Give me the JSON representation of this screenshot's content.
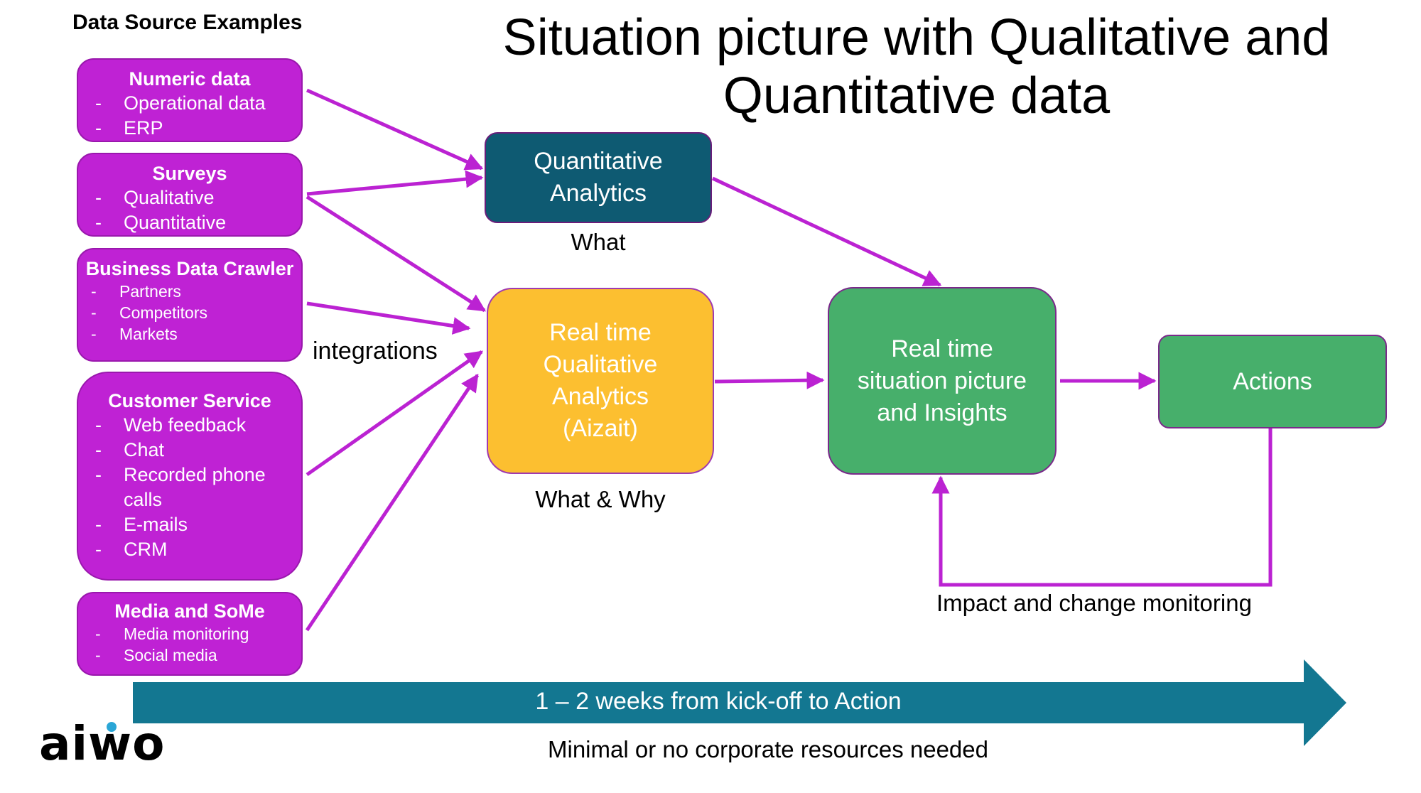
{
  "title": "Situation picture with Qualitative and Quantitative data",
  "sources_heading": "Data Source Examples",
  "sources": [
    {
      "title": "Numeric data",
      "items": [
        "Operational data",
        "ERP"
      ]
    },
    {
      "title": "Surveys",
      "items": [
        "Qualitative",
        "Quantitative"
      ]
    },
    {
      "title": "Business Data Crawler",
      "items": [
        "Partners",
        "Competitors",
        "Markets"
      ]
    },
    {
      "title": "Customer Service",
      "items": [
        "Web feedback",
        "Chat",
        "Recorded phone calls",
        "E-mails",
        "CRM"
      ]
    },
    {
      "title": "Media and SoMe",
      "items": [
        "Media monitoring",
        "Social media"
      ]
    }
  ],
  "integrations_label": "integrations",
  "nodes": {
    "quantitative": {
      "label": "Quantitative Analytics",
      "caption": "What",
      "color": "#0e5a72"
    },
    "qualitative": {
      "label": "Real time Qualitative Analytics (Aizait)",
      "caption": "What & Why",
      "color": "#fcbf30"
    },
    "insights": {
      "label": "Real time situation picture and Insights",
      "color": "#47af6b"
    },
    "actions": {
      "label": "Actions",
      "color": "#47af6b"
    }
  },
  "feedback_label": "Impact and change monitoring",
  "timeline": {
    "label": "1 – 2 weeks from kick-off to Action",
    "sublabel": "Minimal or no corporate resources needed",
    "color": "#137791"
  },
  "logo": "aiwo",
  "colors": {
    "source": "#bf22d4",
    "connector": "#bb22d2"
  }
}
